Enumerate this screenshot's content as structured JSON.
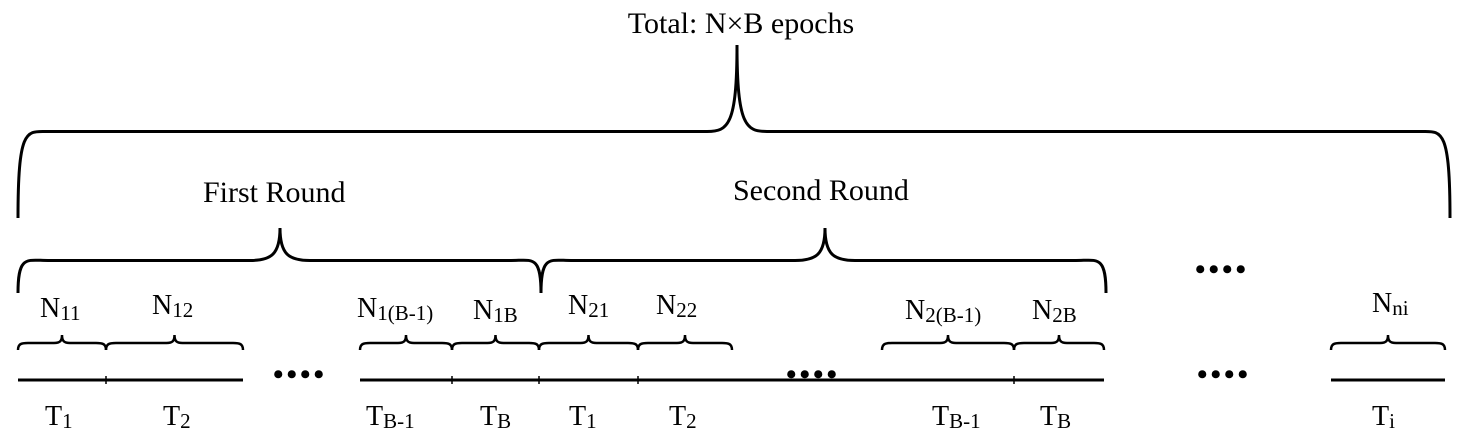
{
  "title": "Total: N×B epochs",
  "rounds": [
    {
      "label": "First  Round"
    },
    {
      "label": "Second Round"
    }
  ],
  "ellipsis": "••••",
  "n_labels": [
    {
      "base": "N",
      "sub": "11"
    },
    {
      "base": "N",
      "sub": "12"
    },
    {
      "base": "N",
      "sub": "1(B-1)"
    },
    {
      "base": "N",
      "sub": "1B"
    },
    {
      "base": "N",
      "sub": "21"
    },
    {
      "base": "N",
      "sub": "22"
    },
    {
      "base": "N",
      "sub": "2(B-1)"
    },
    {
      "base": "N",
      "sub": "2B"
    },
    {
      "base": "N",
      "sub": "ni"
    }
  ],
  "t_labels": [
    {
      "base": "T",
      "sub": "1"
    },
    {
      "base": "T",
      "sub": "2"
    },
    {
      "base": "T",
      "sub": "B-1"
    },
    {
      "base": "T",
      "sub": "B"
    },
    {
      "base": "T",
      "sub": "1"
    },
    {
      "base": "T",
      "sub": "2"
    },
    {
      "base": "T",
      "sub": "B-1"
    },
    {
      "base": "T",
      "sub": "B"
    },
    {
      "base": "T",
      "sub": "i"
    }
  ]
}
